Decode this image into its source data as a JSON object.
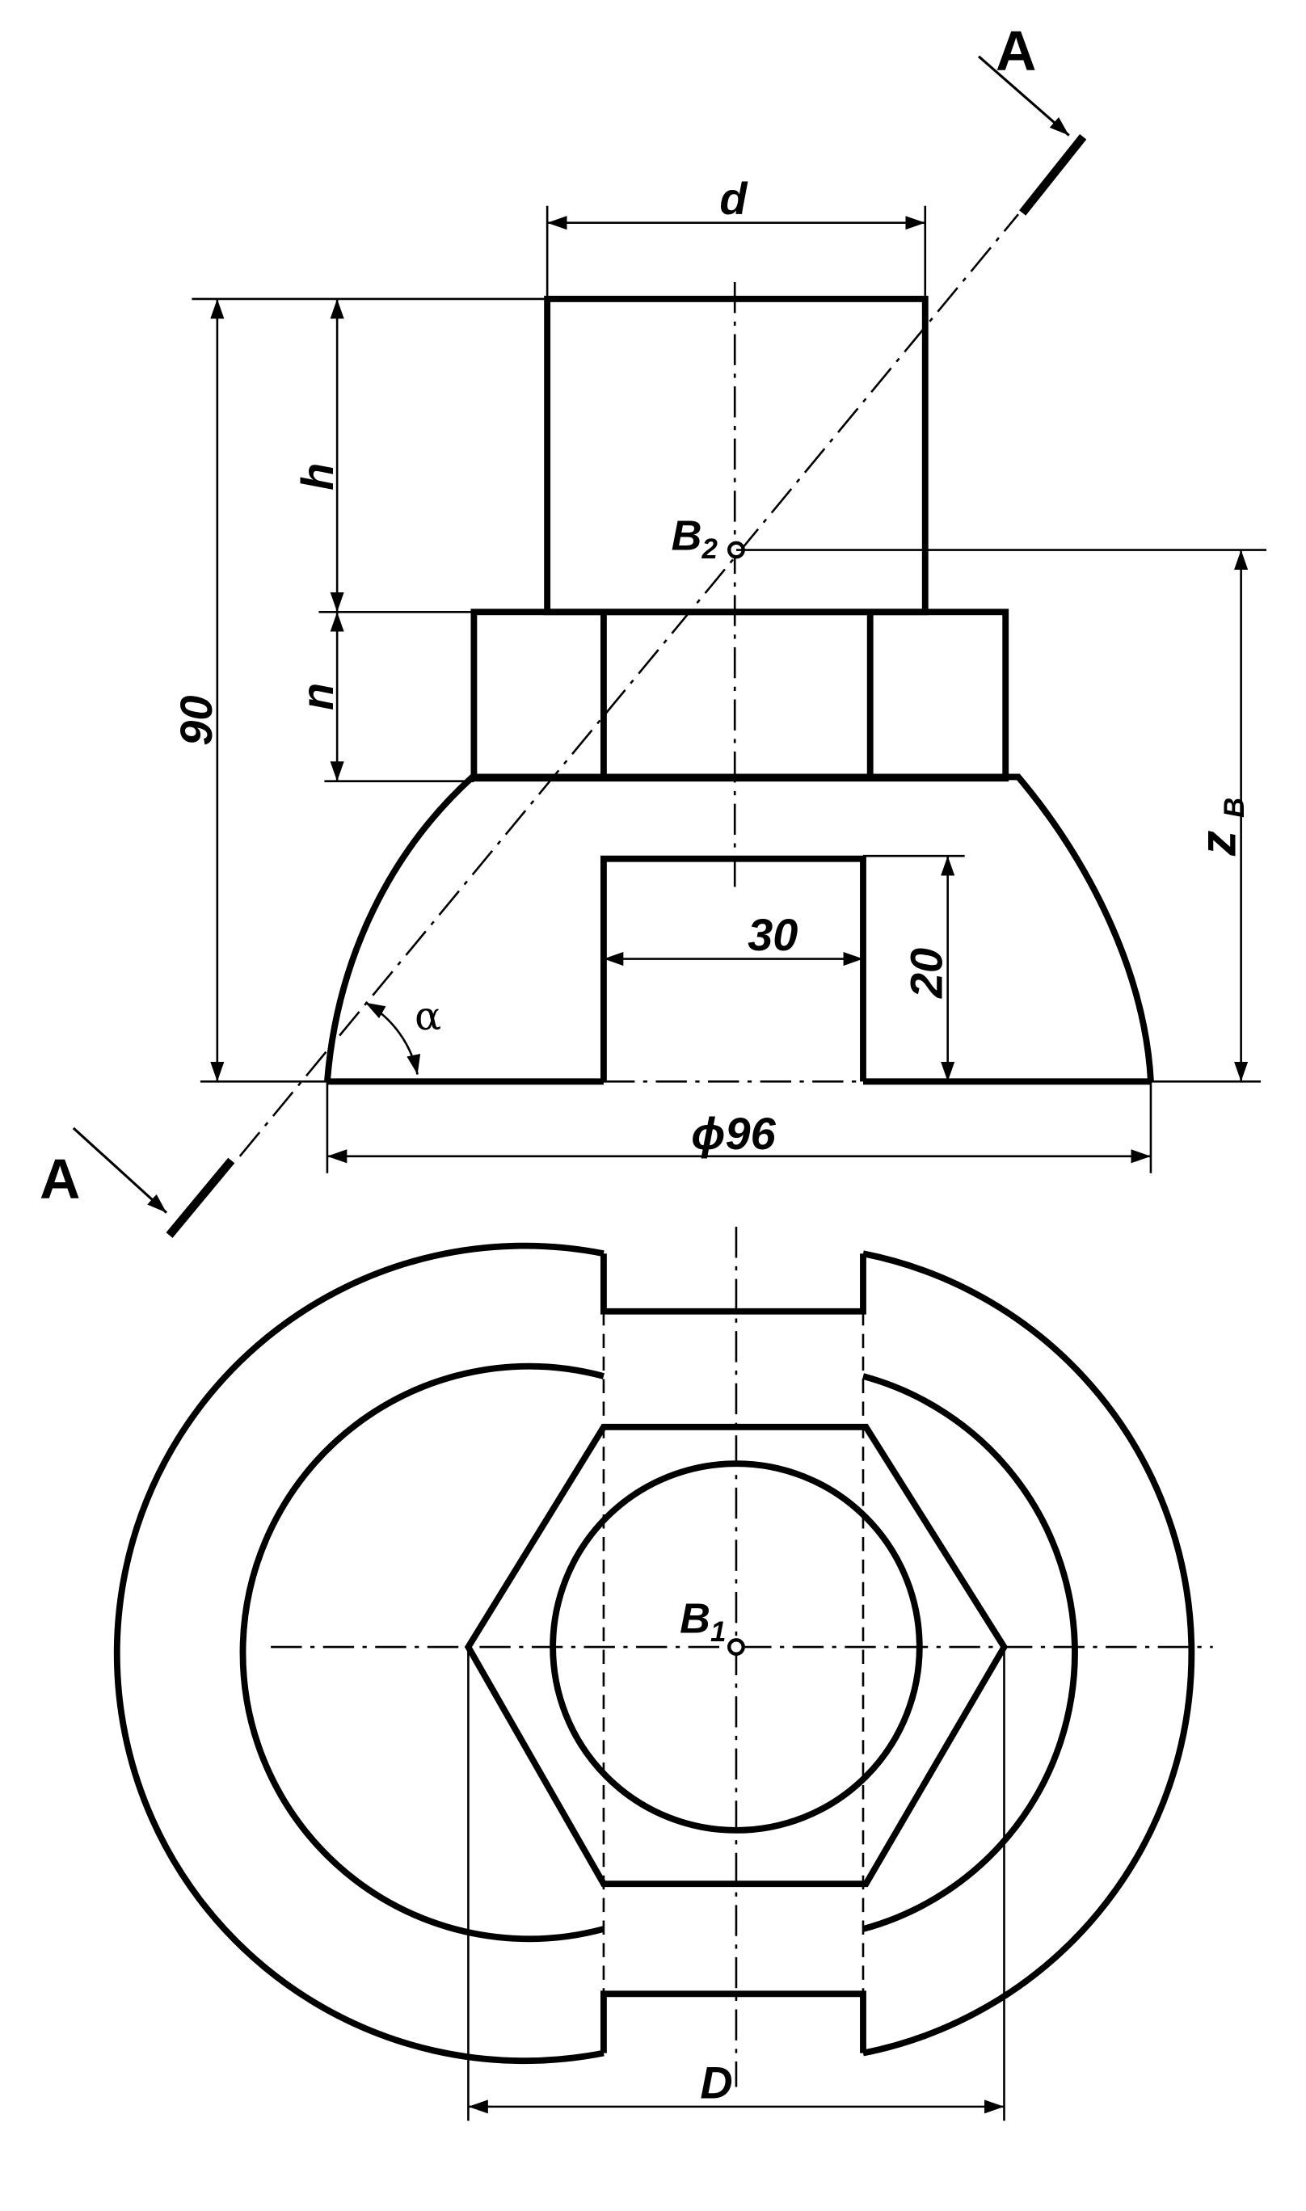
{
  "labels": {
    "section_top": "A",
    "section_bottom": "A",
    "dim_d": "d",
    "dim_h": "h",
    "dim_n": "n",
    "dim_90": "90",
    "dim_30": "30",
    "dim_20": "20",
    "dim_diameter": "ϕ96",
    "dim_zb": "z",
    "dim_zb_sub": "B",
    "point_b2": "B",
    "point_b2_sub": "2",
    "point_b1": "B",
    "point_b1_sub": "1",
    "angle": "α",
    "dim_D": "D"
  },
  "colors": {
    "ink": "#000000",
    "paper": "#ffffff"
  }
}
